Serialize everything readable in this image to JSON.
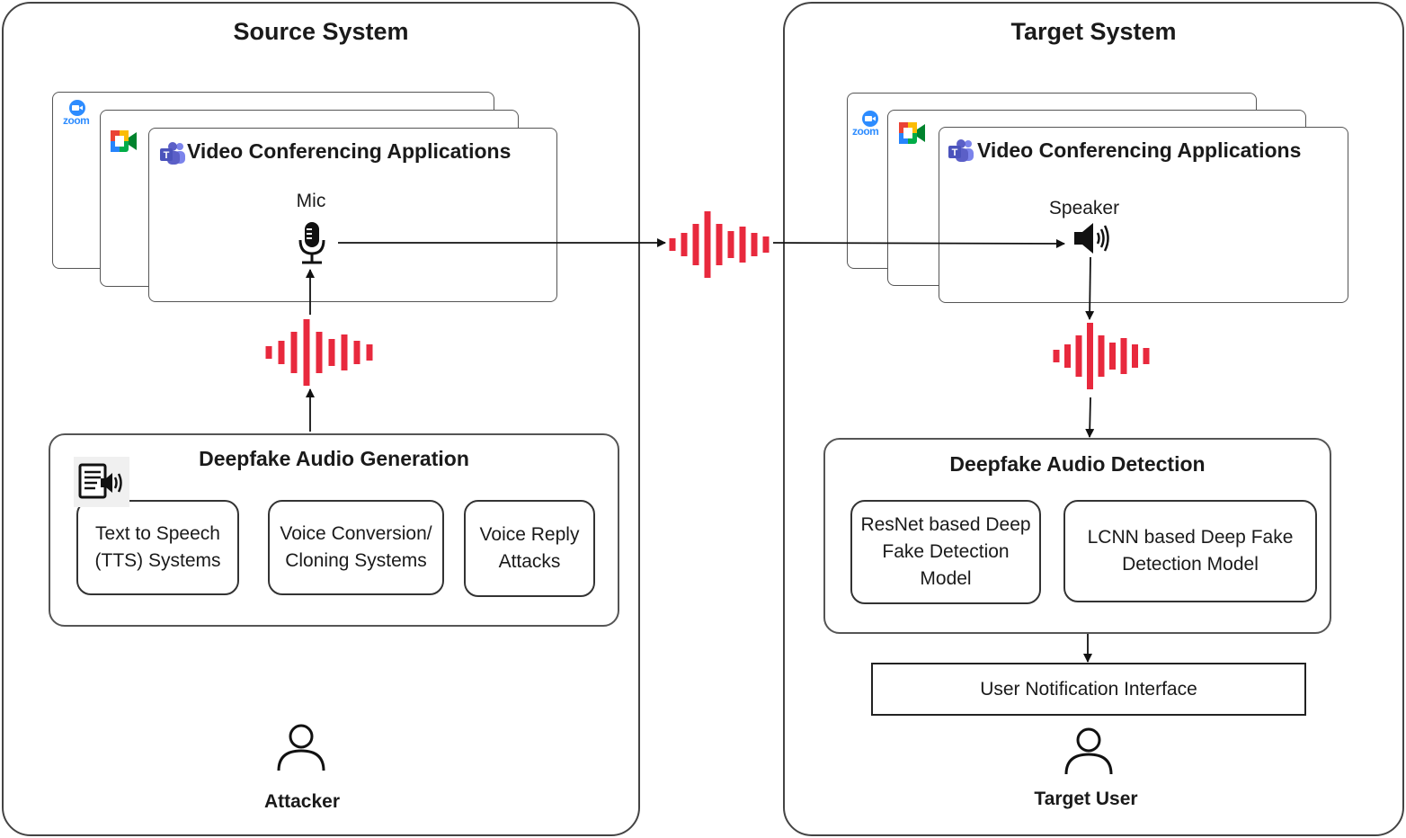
{
  "source": {
    "title": "Source System",
    "app_title": "Video Conferencing Applications",
    "mic_label": "Mic",
    "zoom_logo_text": "zoom",
    "generation": {
      "title": "Deepfake Audio Generation",
      "boxes": [
        "Text to Speech (TTS) Systems",
        "Voice Conversion/ Cloning Systems",
        "Voice Reply Attacks"
      ]
    },
    "actor": "Attacker"
  },
  "target": {
    "title": "Target System",
    "app_title": "Video Conferencing Applications",
    "speaker_label": "Speaker",
    "zoom_logo_text": "zoom",
    "detection": {
      "title": "Deepfake Audio Detection",
      "boxes": [
        "ResNet based Deep Fake Detection Model",
        "LCNN based Deep Fake Detection Model"
      ]
    },
    "notification": "User Notification Interface",
    "actor": "Target User"
  },
  "colors": {
    "waveform": "#e8293d",
    "zoom": "#2d8cff",
    "teams": "#5b5fc7"
  },
  "icons": [
    "zoom-icon",
    "google-meet-icon",
    "teams-icon",
    "microphone-icon",
    "speaker-icon",
    "tts-icon",
    "user-icon",
    "waveform-icon"
  ]
}
